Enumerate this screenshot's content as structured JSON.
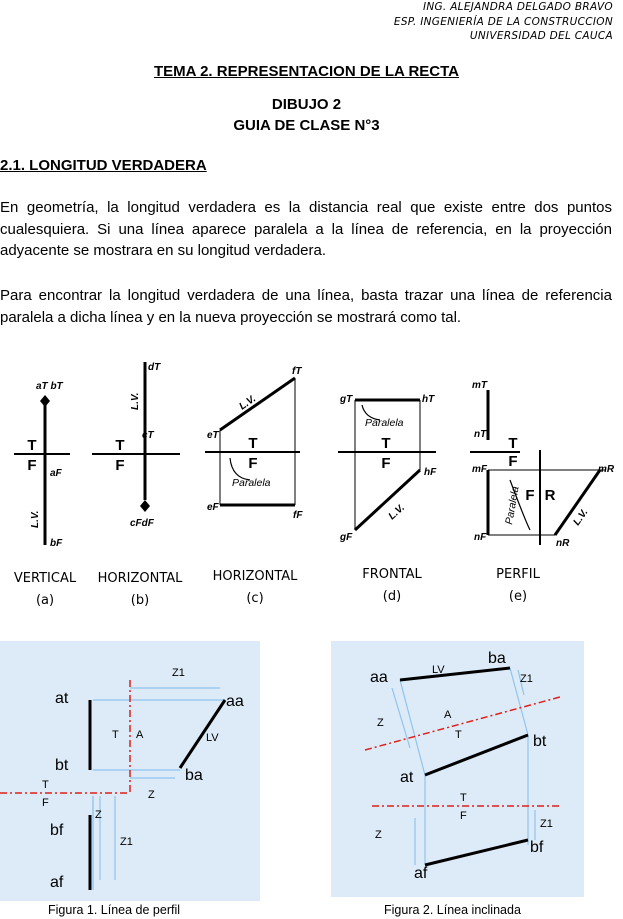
{
  "header": {
    "line1": "ING. ALEJANDRA DELGADO BRAVO",
    "line2": "ESP. INGENIERÍA DE LA CONSTRUCCION",
    "line3": "UNIVERSIDAD DEL CAUCA"
  },
  "title": "TEMA 2. REPRESENTACION DE LA RECTA",
  "subtitle1": "DIBUJO 2",
  "subtitle2": "GUIA DE CLASE N°3",
  "section": "2.1. LONGITUD VERDADERA",
  "paragraph1": "En geometría, la longitud verdadera es la distancia real que existe entre dos puntos cualesquiera. Si una línea aparece paralela a la línea de referencia, en la proyección adyacente se mostrara en su longitud verdadera.",
  "paragraph2": "Para encontrar la longitud verdadera de una línea, basta trazar una línea de referencia paralela a dicha línea y en la nueva proyección se mostrará como tal.",
  "diagram": {
    "T": "T",
    "F": "F",
    "LV": "L.V.",
    "paralela": "Paralela",
    "labels": {
      "aT": "aT bT",
      "aF": "aF",
      "bF": "bF",
      "dT": "dT",
      "cT": "cT",
      "cFdF": "cFdF",
      "eT": "eT",
      "fT": "fT",
      "eF": "eF",
      "fF": "fF",
      "gT": "gT",
      "hT": "hT",
      "hF": "hF",
      "gF": "gF",
      "mT": "mT",
      "nT": "nT",
      "mF": "mF",
      "nF": "nF",
      "mR": "mR",
      "nR": "nR",
      "R": "R"
    },
    "captions": [
      {
        "name": "VERTICAL",
        "letter": "(a)"
      },
      {
        "name": "HORIZONTAL",
        "letter": "(b)"
      },
      {
        "name": "HORIZONTAL",
        "letter": "(c)"
      },
      {
        "name": "FRONTAL",
        "letter": "(d)"
      },
      {
        "name": "PERFIL",
        "letter": "(e)"
      }
    ]
  },
  "figure1": {
    "caption": "Figura 1. Línea de perfil",
    "labels": {
      "at": "at",
      "bt": "bt",
      "aa": "aa",
      "ba": "ba",
      "bf": "bf",
      "af": "af",
      "Z1": "Z1",
      "Z": "Z",
      "T": "T",
      "F": "F",
      "A": "A",
      "LV": "LV"
    }
  },
  "figure2": {
    "caption": "Figura 2. Línea inclinada",
    "labels": {
      "aa": "aa",
      "ba": "ba",
      "bt": "bt",
      "at": "at",
      "bf": "bf",
      "af": "af",
      "LV": "LV",
      "Z1": "Z1",
      "Z": "Z",
      "T": "T",
      "F": "F",
      "A": "A"
    }
  },
  "colors": {
    "figure_bg": "#dcebf7",
    "refline": "#e0201b",
    "projline": "#8fc4ee"
  }
}
